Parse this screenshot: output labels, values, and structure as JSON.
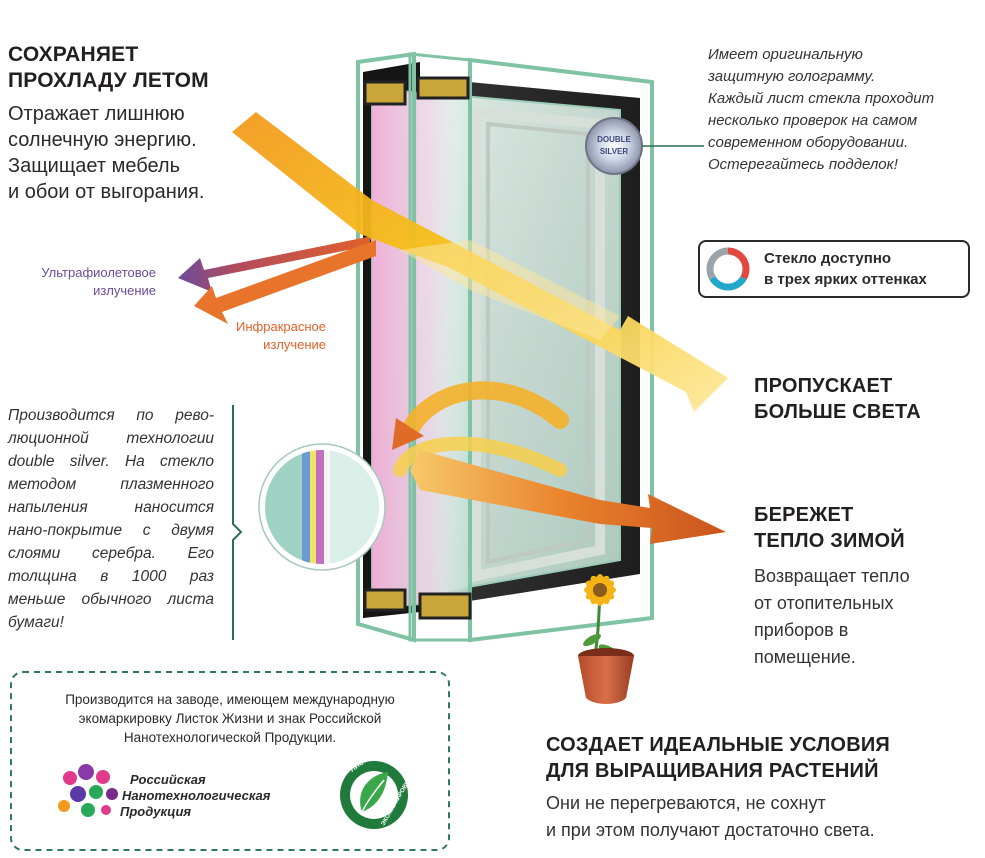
{
  "summer": {
    "title_lines": [
      "СОХРАНЯЕТ",
      "ПРОХЛАДУ ЛЕТОМ"
    ],
    "text_lines": [
      "Отражает лишнюю",
      "солнечную энергию.",
      "Защищает мебель",
      "и обои от выгорания."
    ]
  },
  "hologram": {
    "text_lines": [
      "Имеет оригинальную",
      "защитную голограмму.",
      "Каждый лист стекла проходит",
      "несколько проверок на самом",
      "современном оборудовании.",
      "Остерегайтесь подделок!"
    ],
    "badge_lines": [
      "DOUBLE",
      "SILVER"
    ]
  },
  "shades": {
    "text_lines": [
      "Стекло доступно",
      "в трех ярких оттенках"
    ],
    "colors": [
      "#e2483d",
      "#25a7c9",
      "#9aa3aa"
    ]
  },
  "uv": {
    "label_lines": [
      "Ультрафиолетовое",
      "излучение"
    ],
    "color": "#6b4c9a"
  },
  "ir": {
    "label_lines": [
      "Инфракрасное",
      "излучение"
    ],
    "color": "#e2612a"
  },
  "light": {
    "title_lines": [
      "ПРОПУСКАЕТ",
      "БОЛЬШЕ СВЕТА"
    ]
  },
  "winter": {
    "title_lines": [
      "БЕРЕЖЕТ",
      "ТЕПЛО ЗИМОЙ"
    ],
    "text_lines": [
      "Возвращает тепло",
      "от отопительных",
      "приборов в",
      "помещение."
    ]
  },
  "technology": {
    "text_lines": [
      "Производится по рево-",
      "люционной технологии",
      "double silver. На стекло",
      "методом плазменного",
      "напыления наносится",
      "нано-покрытие с двумя",
      "слоями серебра. Его",
      "толщина в 1000 раз",
      "меньше обычного листа",
      "бумаги!"
    ]
  },
  "factory": {
    "text_lines": [
      "Производится на заводе, имеющем международную",
      "экомаркировку Листок Жизни и знак Российской",
      "Нанотехнологической Продукции."
    ],
    "nano_logo_lines": [
      "Российская",
      "Нанотехнологическая",
      "Продукция"
    ],
    "eco_logo_lines": [
      "ЛИСТОК ЖИЗНИ",
      "ЭКОМАРКИРОВКА"
    ]
  },
  "plants": {
    "title_lines": [
      "СОЗДАЕТ ИДЕАЛЬНЫЕ УСЛОВИЯ",
      "ДЛЯ ВЫРАЩИВАНИЯ РАСТЕНИЙ"
    ],
    "text_lines": [
      "Они не перегреваются, не сохнут",
      "и при этом получают достаточно света."
    ]
  },
  "colors": {
    "accent_green": "#2f6b57",
    "text_dark": "#231f20",
    "arrow_yellow": "#f6c318",
    "arrow_orange": "#e8732a"
  }
}
